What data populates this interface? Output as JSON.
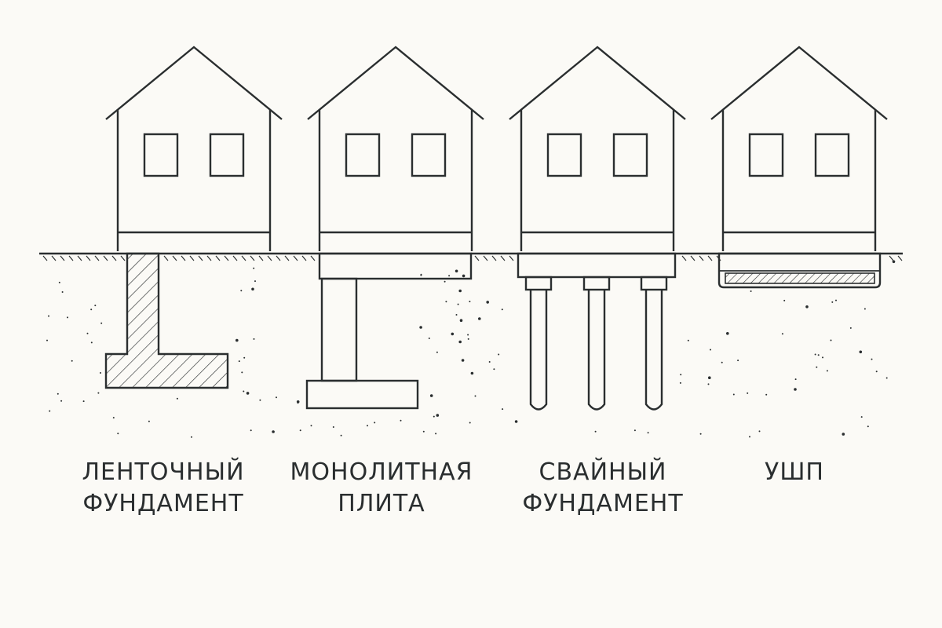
{
  "colors": {
    "line": "#2a2e2f",
    "background": "#fbfaf6"
  },
  "foundations": [
    {
      "line1": "ЛЕНТОЧНЫЙ",
      "line2": "ФУНДАМЕНТ"
    },
    {
      "line1": "МОНОЛИТНАЯ",
      "line2": "ПЛИТА"
    },
    {
      "line1": "СВАЙНЫЙ",
      "line2": "ФУНДАМЕНТ"
    },
    {
      "line1": "УШП",
      "line2": ""
    }
  ]
}
